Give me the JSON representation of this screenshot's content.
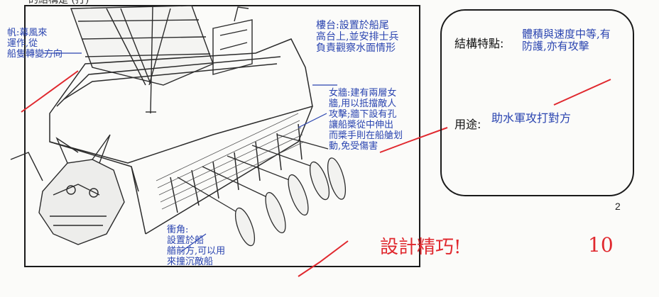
{
  "page": {
    "top_heading": "的結構是 (打)",
    "page_number": "2"
  },
  "annotations": {
    "sail": "帆:幕風來\n運作,從\n船隻轉變方向",
    "tower": "樓台:設置於船尾\n高台上,並安排士兵\n負責觀察水面情形",
    "wall": "女牆:建有兩層女\n牆,用以抵擋敵人\n攻擊;牆下設有孔\n讓船槳從中伸出\n而槳手則在船艙划\n動,免受傷害",
    "ram": "衝角:\n設置於船\n艏前方,可以用\n來撞沉敵船"
  },
  "right_panel": {
    "features_label": "結構特點:",
    "features_value": "體積與速度中等,有\n防護,亦有攻擊",
    "use_label": "用途:",
    "use_value": "助水軍攻打對方"
  },
  "grading": {
    "comment": "設計精巧!",
    "score": "10"
  },
  "colors": {
    "paper": "#fbfbf9",
    "pencil": "#2b2b2b",
    "blue_ink": "#2a44b0",
    "red_ink": "#e0282e"
  }
}
